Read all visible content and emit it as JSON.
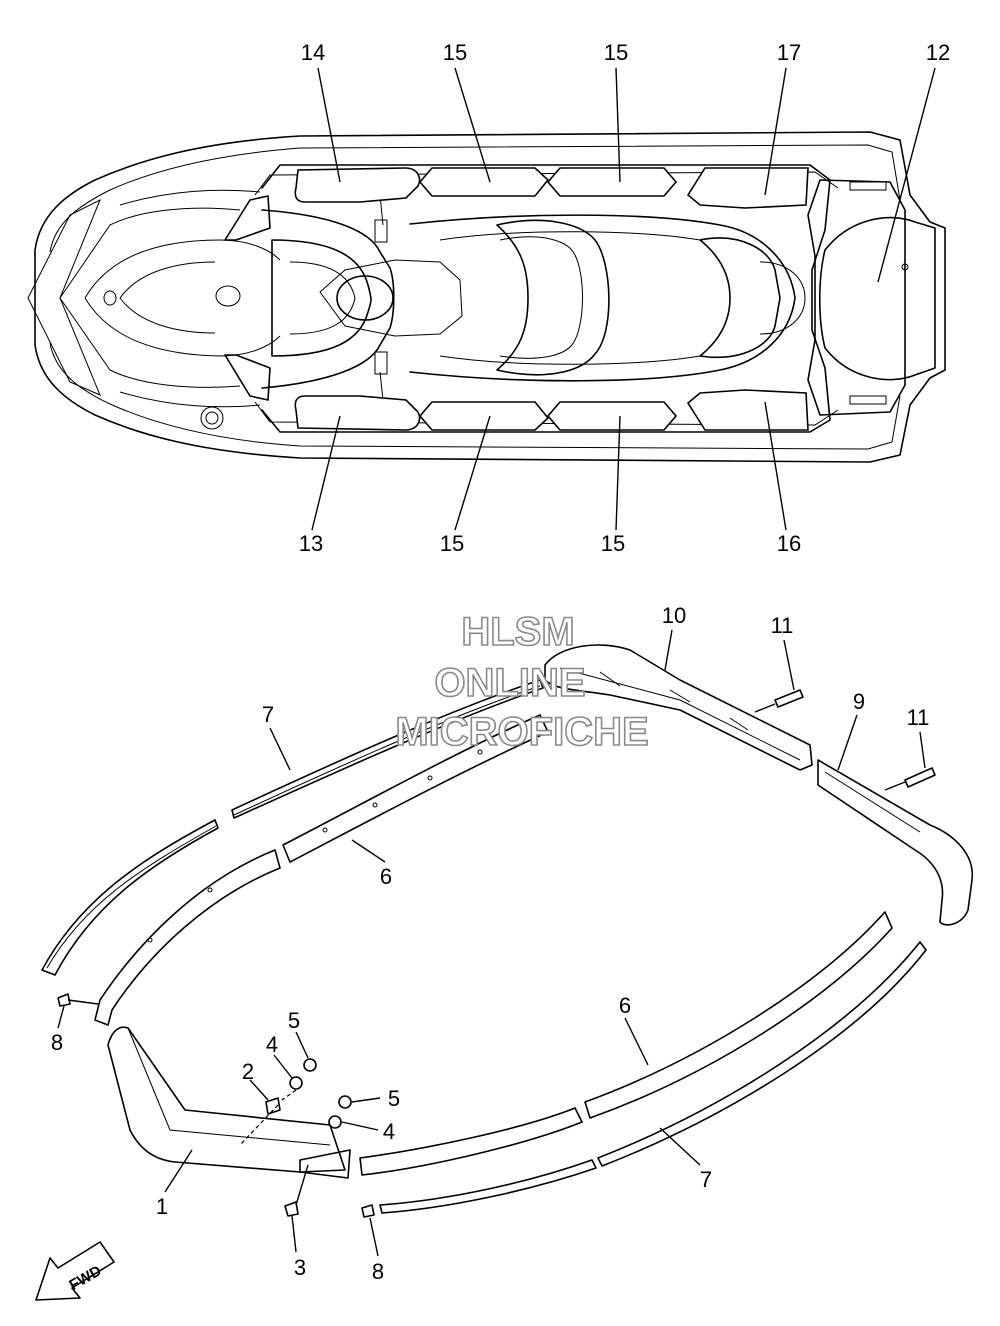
{
  "watermark": {
    "line1": "HLSM",
    "line2": "ONLINE",
    "line3": "MICROFICHE"
  },
  "fwd_label": "FWD",
  "callouts": [
    {
      "id": "c14",
      "text": "14"
    },
    {
      "id": "c15a",
      "text": "15"
    },
    {
      "id": "c15b",
      "text": "15"
    },
    {
      "id": "c17",
      "text": "17"
    },
    {
      "id": "c12",
      "text": "12"
    },
    {
      "id": "c13",
      "text": "13"
    },
    {
      "id": "c15c",
      "text": "15"
    },
    {
      "id": "c15d",
      "text": "15"
    },
    {
      "id": "c16",
      "text": "16"
    },
    {
      "id": "c10",
      "text": "10"
    },
    {
      "id": "c11a",
      "text": "11"
    },
    {
      "id": "c9",
      "text": "9"
    },
    {
      "id": "c11b",
      "text": "11"
    },
    {
      "id": "c7a",
      "text": "7"
    },
    {
      "id": "c6a",
      "text": "6"
    },
    {
      "id": "c8a",
      "text": "8"
    },
    {
      "id": "c5a",
      "text": "5"
    },
    {
      "id": "c4a",
      "text": "4"
    },
    {
      "id": "c2",
      "text": "2"
    },
    {
      "id": "c5b",
      "text": "5"
    },
    {
      "id": "c4b",
      "text": "4"
    },
    {
      "id": "c1",
      "text": "1"
    },
    {
      "id": "c3",
      "text": "3"
    },
    {
      "id": "c8b",
      "text": "8"
    },
    {
      "id": "c6b",
      "text": "6"
    },
    {
      "id": "c7b",
      "text": "7"
    }
  ]
}
